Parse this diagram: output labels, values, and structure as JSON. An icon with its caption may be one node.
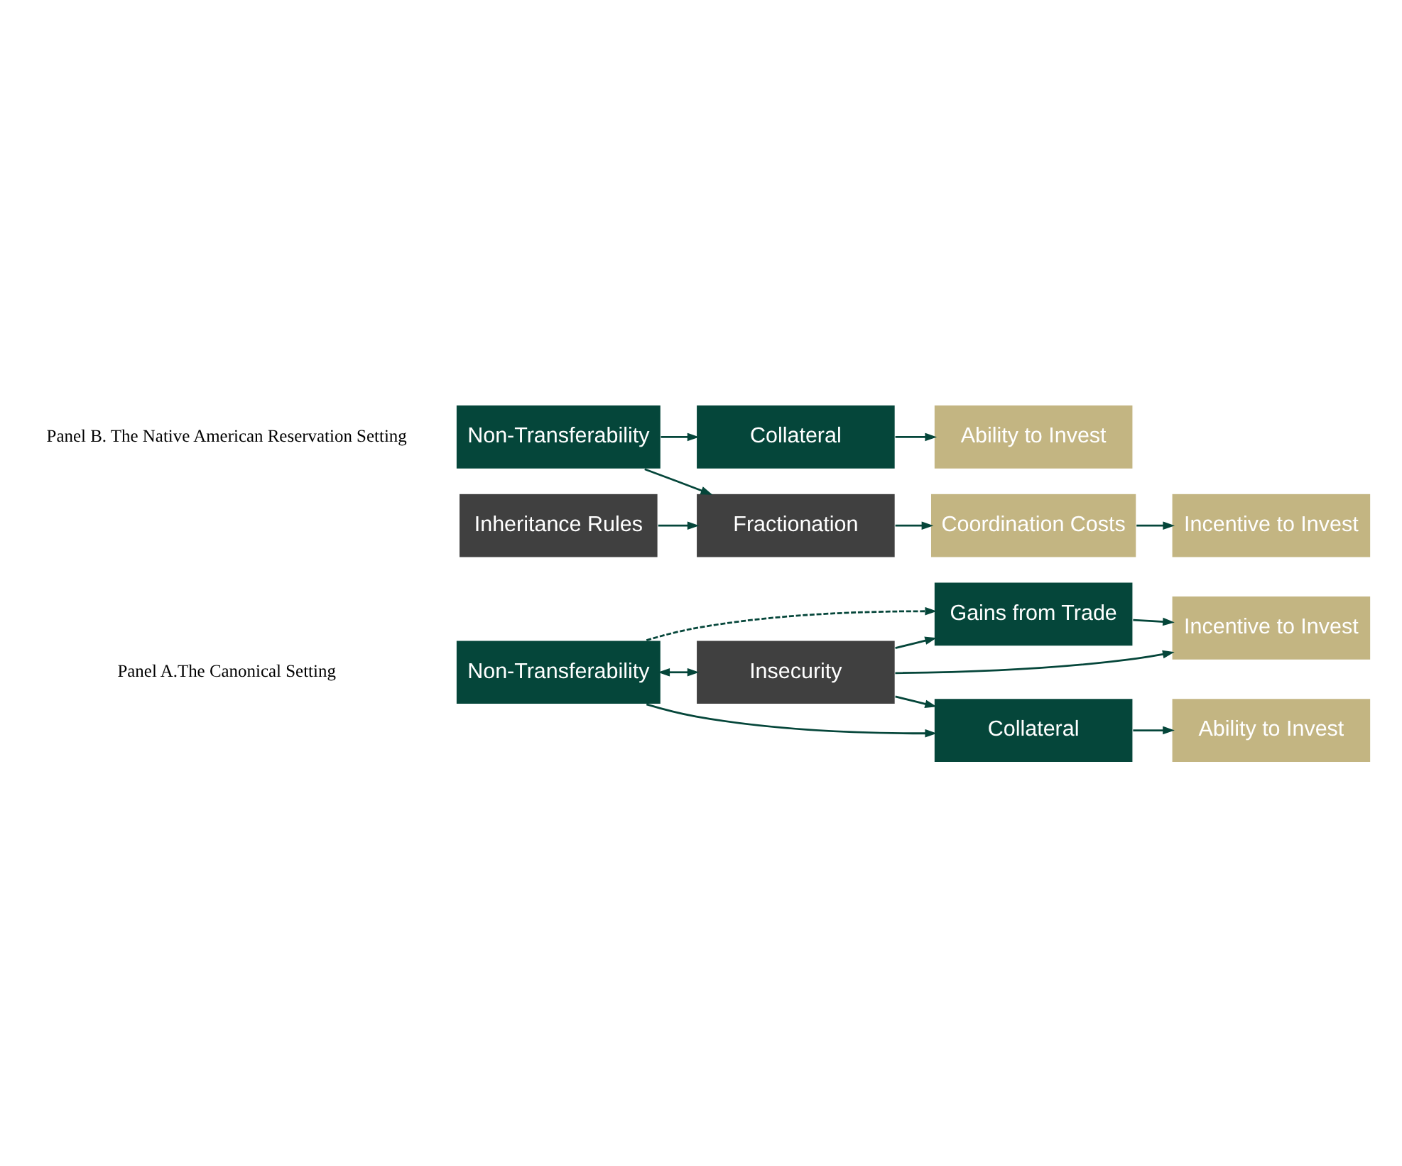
{
  "diagram": {
    "nodes": [
      {
        "text": [
          "Non-Transferability"
        ]
      },
      {
        "text": [
          "Collateral"
        ]
      },
      {
        "text": [
          "Insecurity"
        ]
      },
      {
        "text": [
          "Gains from Trade"
        ]
      },
      {
        "text": [
          "Ability to Invest"
        ]
      },
      {
        "text": [
          "Incentive to Invest"
        ]
      },
      {
        "text": [
          "Non-Transferability"
        ]
      },
      {
        "text": [
          "Collateral"
        ]
      },
      {
        "text": [
          "Ability to Invest"
        ]
      },
      {
        "text": [
          "Fractionation"
        ]
      },
      {
        "text": [
          "Coordination Costs"
        ]
      },
      {
        "text": [
          "Inheritance Rules"
        ]
      },
      {
        "text": [
          "Incentive to Invest"
        ]
      }
    ],
    "edges": [
      {
        "from": 0,
        "to": 1,
        "arrow": "to"
      },
      {
        "from": 0,
        "to": 2,
        "arrow": "both"
      },
      {
        "from": 0,
        "to": 3,
        "arrow": "to",
        "style": "dashed"
      },
      {
        "from": 2,
        "to": 1,
        "arrow": "to"
      },
      {
        "from": 2,
        "to": 3,
        "arrow": "to"
      },
      {
        "from": 1,
        "to": 4,
        "arrow": "to"
      },
      {
        "from": 2,
        "to": 5,
        "arrow": "to"
      },
      {
        "from": 3,
        "to": 5,
        "arrow": "to"
      },
      {
        "from": 6,
        "to": 7,
        "arrow": "to"
      },
      {
        "from": 6,
        "to": 9,
        "arrow": "to"
      },
      {
        "from": 7,
        "to": 8,
        "arrow": "to"
      },
      {
        "from": 9,
        "to": 10,
        "arrow": "to"
      },
      {
        "from": 10,
        "to": 12,
        "arrow": "to"
      },
      {
        "from": 11,
        "to": 9,
        "arrow": "to"
      }
    ],
    "labels": [
      "Panel A.The Canonical Setting",
      "Panel B. The Native American Reservation Setting"
    ]
  }
}
